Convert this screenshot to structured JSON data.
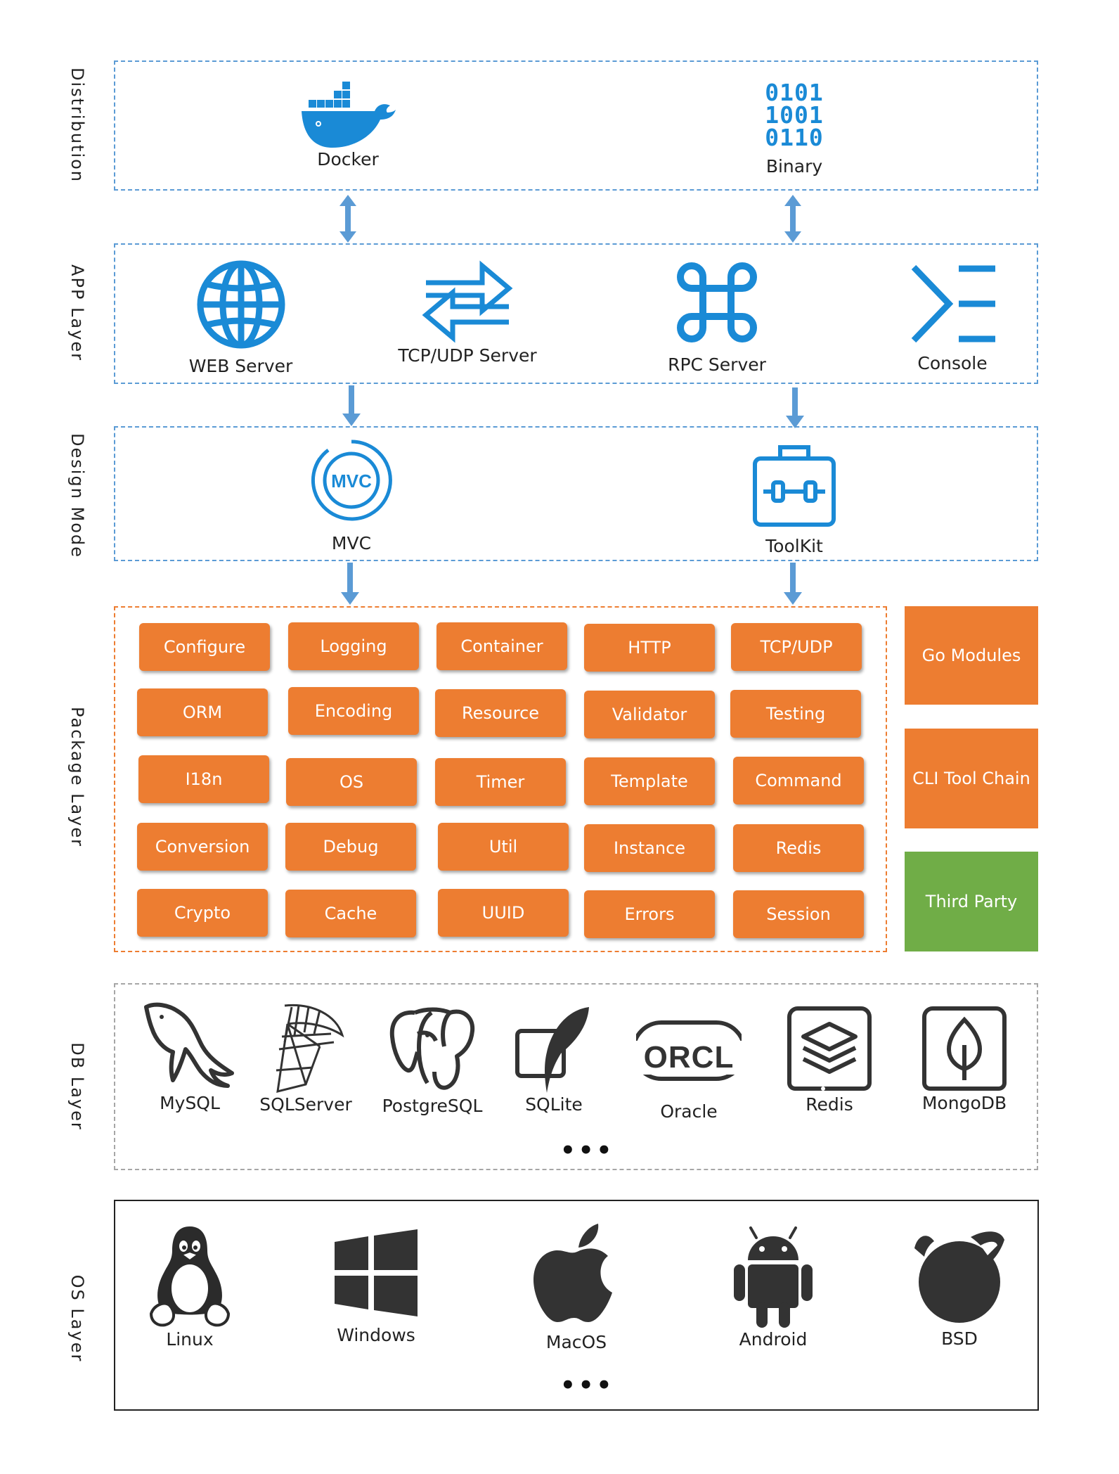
{
  "layers": {
    "distribution": "Distribution",
    "app": "APP  Layer",
    "design": "Design  Mode",
    "package": "Package  Layer",
    "db": "DB  Layer",
    "os": "OS  Layer"
  },
  "distribution": {
    "docker": "Docker",
    "binary": "Binary",
    "binary_digits": [
      "0101",
      "1001",
      "0110"
    ]
  },
  "app": {
    "web": "WEB Server",
    "tcp": "TCP/UDP Server",
    "rpc": "RPC Server",
    "console": "Console"
  },
  "design": {
    "mvc": "MVC",
    "mvc_badge": "MVC",
    "toolkit": "ToolKit"
  },
  "packages": {
    "row1": [
      "Configure",
      "Logging",
      "Container",
      "HTTP",
      "TCP/UDP"
    ],
    "row2": [
      "ORM",
      "Encoding",
      "Resource",
      "Validator",
      "Testing"
    ],
    "row3": [
      "I18n",
      "OS",
      "Timer",
      "Template",
      "Command"
    ],
    "row4": [
      "Conversion",
      "Debug",
      "Util",
      "Instance",
      "Redis"
    ],
    "row5": [
      "Crypto",
      "Cache",
      "UUID",
      "Errors",
      "Session"
    ]
  },
  "side_blocks": {
    "go_modules": "Go Modules",
    "cli": "CLI Tool Chain",
    "third_party": "Third Party"
  },
  "db": {
    "mysql": "MySQL",
    "sqlserver": "SQLServer",
    "postgres": "PostgreSQL",
    "sqlite": "SQLite",
    "oracle": "Oracle",
    "oracle_logo": "ORCL",
    "redis": "Redis",
    "mongodb": "MongoDB",
    "more": "•••"
  },
  "os": {
    "linux": "Linux",
    "windows": "Windows",
    "macos": "MacOS",
    "android": "Android",
    "bsd": "BSD",
    "more": "•••"
  },
  "colors": {
    "blue": "#1a8ad6",
    "orange": "#ed7d31",
    "green": "#70ad47",
    "arrow": "#5b9bd5",
    "dark": "#333333"
  }
}
